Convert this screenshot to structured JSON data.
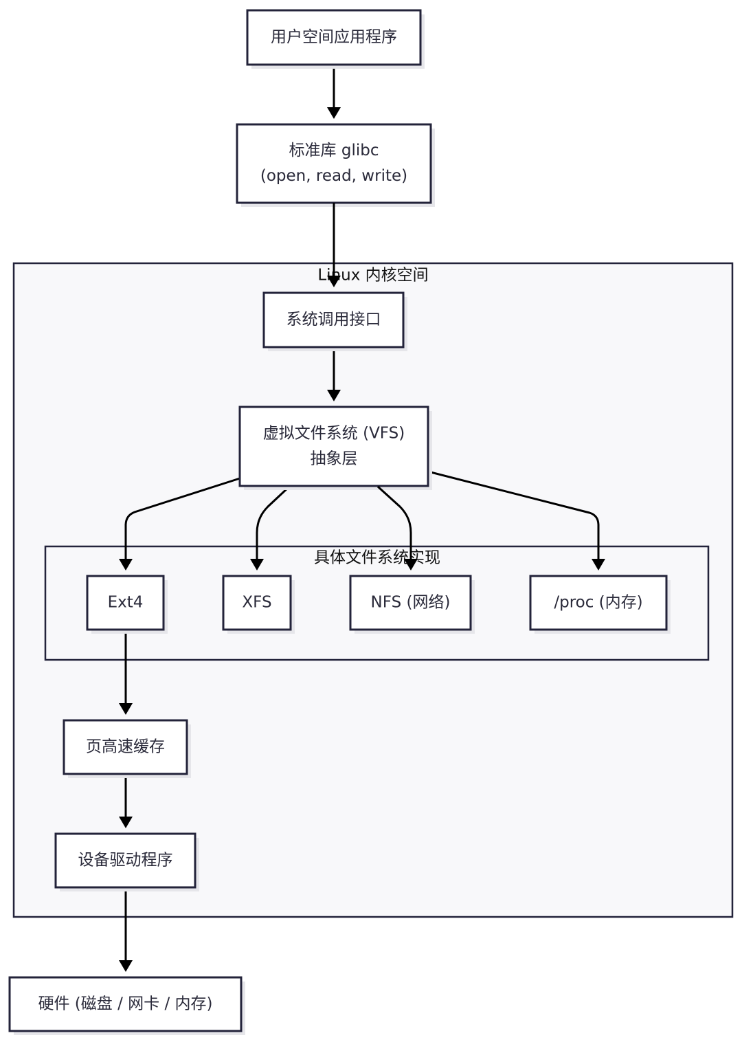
{
  "groups": {
    "kernel": {
      "title": "Linux 内核空间"
    },
    "fs_impl": {
      "title": "具体文件系统实现"
    }
  },
  "nodes": {
    "user_app": {
      "lines": [
        "用户空间应用程序"
      ]
    },
    "glibc": {
      "lines": [
        "标准库 glibc",
        "(open, read, write)"
      ]
    },
    "syscall": {
      "lines": [
        "系统调用接口"
      ]
    },
    "vfs": {
      "lines": [
        "虚拟文件系统 (VFS)",
        "抽象层"
      ]
    },
    "ext4": {
      "lines": [
        "Ext4"
      ]
    },
    "xfs": {
      "lines": [
        "XFS"
      ]
    },
    "nfs": {
      "lines": [
        "NFS (网络)"
      ]
    },
    "proc": {
      "lines": [
        "/proc (内存)"
      ]
    },
    "page_cache": {
      "lines": [
        "页高速缓存"
      ]
    },
    "driver": {
      "lines": [
        "设备驱动程序"
      ]
    },
    "hardware": {
      "lines": [
        "硬件 (磁盘 / 网卡 / 内存)"
      ]
    }
  },
  "edges": [
    {
      "from": "user_app",
      "to": "glibc"
    },
    {
      "from": "glibc",
      "to": "syscall"
    },
    {
      "from": "syscall",
      "to": "vfs"
    },
    {
      "from": "vfs",
      "to": "ext4"
    },
    {
      "from": "vfs",
      "to": "xfs"
    },
    {
      "from": "vfs",
      "to": "nfs"
    },
    {
      "from": "vfs",
      "to": "proc"
    },
    {
      "from": "ext4",
      "to": "page_cache"
    },
    {
      "from": "page_cache",
      "to": "driver"
    },
    {
      "from": "driver",
      "to": "hardware"
    }
  ],
  "colors": {
    "group_fill": "#f8f8fa",
    "inner_group_fill": "#f8f8fa",
    "node_fill": "#ffffff",
    "stroke": "#23233a",
    "edge": "#000000"
  }
}
